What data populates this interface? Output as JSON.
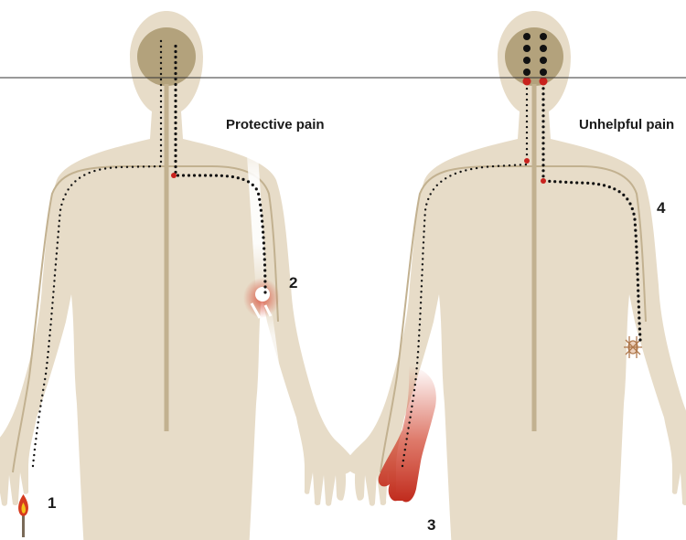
{
  "labels": {
    "left_title": "Protective pain",
    "right_title": "Unhelpful pain"
  },
  "markers": [
    "1",
    "2",
    "3",
    "4"
  ],
  "colors": {
    "body": "#e7dcc8",
    "head_region": "#b3a27c",
    "nerve": "#c2b190",
    "signal_dot": "#111111",
    "pain_point": "#c8221e",
    "inflammation": "#d0402a",
    "divider": "#333333"
  },
  "icons": [
    "flame-icon",
    "joint-icon",
    "scar-icon"
  ]
}
